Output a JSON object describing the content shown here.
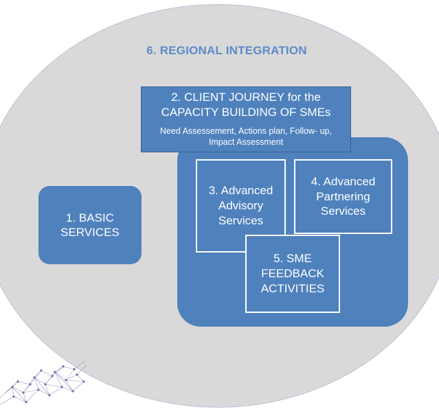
{
  "diagram": {
    "regional_integration": "6. REGIONAL INTEGRATION",
    "client_journey": {
      "title": "2. CLIENT JOURNEY for the\nCAPACITY BUILDING OF SMEs",
      "subtitle": "Need Assessement, Actions plan, Follow- up,\nImpact Assessment"
    },
    "basic_services": "1. BASIC\nSERVICES",
    "advanced_advisory": "3. Advanced\nAdvisory\nServices",
    "advanced_partnering": "4. Advanced\nPartnering\nServices",
    "sme_feedback": "5. SME\nFEEDBACK\nACTIVITIES"
  },
  "colors": {
    "outer_circle": "#d9d9d9",
    "box_fill": "#4f81bd",
    "title_text": "#5b8bc9",
    "box_text": "#ffffff"
  },
  "icons": [
    "network-graph-icon"
  ]
}
